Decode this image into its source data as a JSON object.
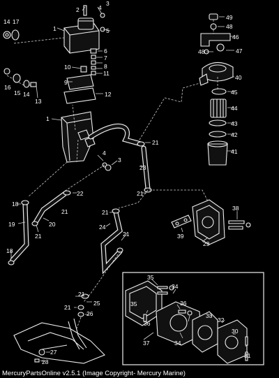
{
  "caption": "MercuryPartsOnline v2.5.1 (Image Copyright- Mercury Marine)",
  "callouts": {
    "c1a": "1",
    "c2": "2",
    "c3a": "3",
    "c4a": "4",
    "c5": "5",
    "c6": "6",
    "c7": "7",
    "c8": "8",
    "c9": "9",
    "c10": "10",
    "c11": "11",
    "c12": "12",
    "c13": "13",
    "c14a": "14",
    "c17": "17",
    "c16": "16",
    "c15": "15",
    "c14b": "14",
    "c1b": "1",
    "c4b": "4",
    "c3b": "3",
    "c21a": "21",
    "c23": "23",
    "c21b": "21",
    "c22": "22",
    "c18a": "18",
    "c21c": "21",
    "c19": "19",
    "c20": "20",
    "c21d": "21",
    "c18b": "18",
    "c21e": "21",
    "c24": "24",
    "c21f": "21",
    "c49": "49",
    "c48a": "48",
    "c46": "46",
    "c48b": "48",
    "c47": "47",
    "c40": "40",
    "c45": "45",
    "c44": "44",
    "c43": "43",
    "c42": "42",
    "c41": "41",
    "c38": "38",
    "c39": "39",
    "c29": "29",
    "c35a": "35",
    "c34a": "34",
    "c36a": "36",
    "c35b": "35",
    "c36b": "36",
    "c33": "33",
    "c32": "32",
    "c30": "30",
    "c37": "37",
    "c34b": "34",
    "c31": "31",
    "c21g": "21",
    "c25": "25",
    "c21h": "21",
    "c26": "26",
    "c27": "27",
    "c28": "28"
  }
}
